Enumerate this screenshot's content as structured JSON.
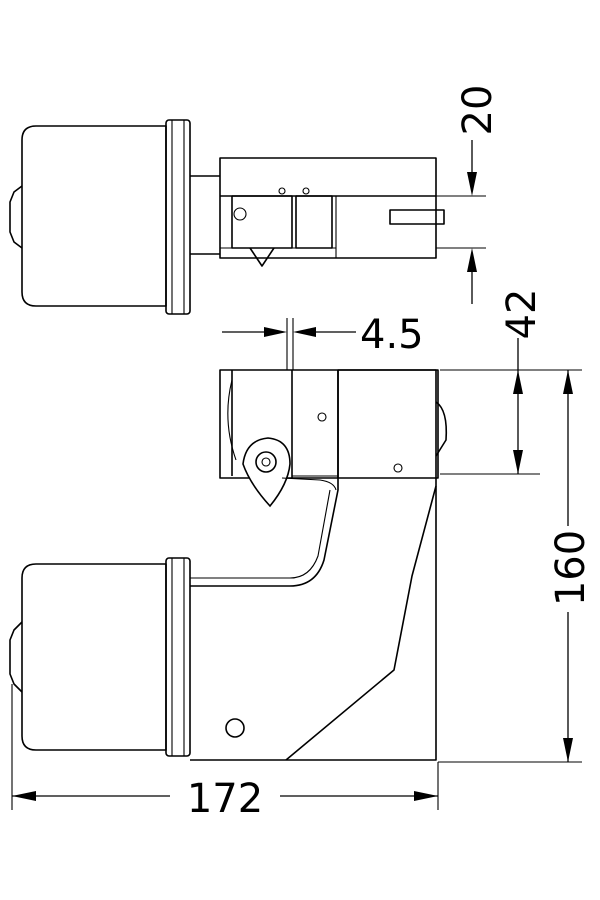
{
  "dimensions": {
    "top_gap": "20",
    "top_height": "42",
    "bracket_offset": "4.5",
    "overall_height": "160",
    "overall_width": "172"
  },
  "colors": {
    "line": "#000000",
    "background": "#ffffff"
  }
}
